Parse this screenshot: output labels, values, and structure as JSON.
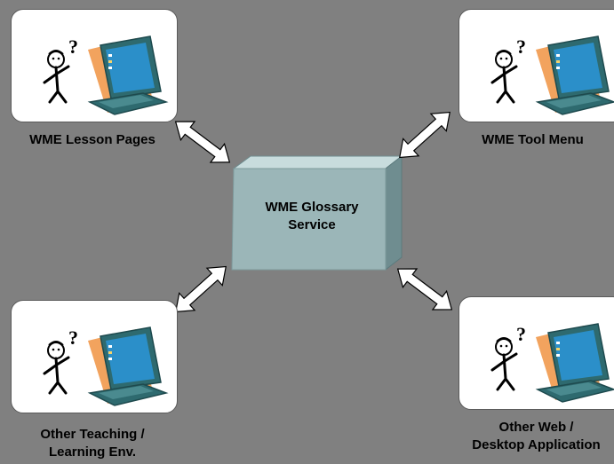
{
  "colors": {
    "background": "#808080",
    "card": "#ffffff",
    "box_front": "#9bb6b8",
    "box_top": "#c8dcdd",
    "box_side": "#6f8d90",
    "arrow_fill": "#ffffff",
    "arrow_stroke": "#000000",
    "laptop_screen": "#2b8fc9",
    "laptop_body": "#2e6a6f",
    "flag_orange": "#f2a35e"
  },
  "center_box": {
    "line1": "WME Glossary",
    "line2": "Service"
  },
  "nodes": {
    "top_left": {
      "line1": "WME Lesson Pages",
      "line2": ""
    },
    "top_right": {
      "line1": "WME Tool Menu",
      "line2": ""
    },
    "bottom_left": {
      "line1": "Other Teaching /",
      "line2": "Learning Env."
    },
    "bottom_right": {
      "line1": "Other Web /",
      "line2": "Desktop Application"
    }
  },
  "icons": {
    "clipart": "person-with-question-mark-and-laptop-icon",
    "connector": "double-headed-arrow-icon"
  }
}
